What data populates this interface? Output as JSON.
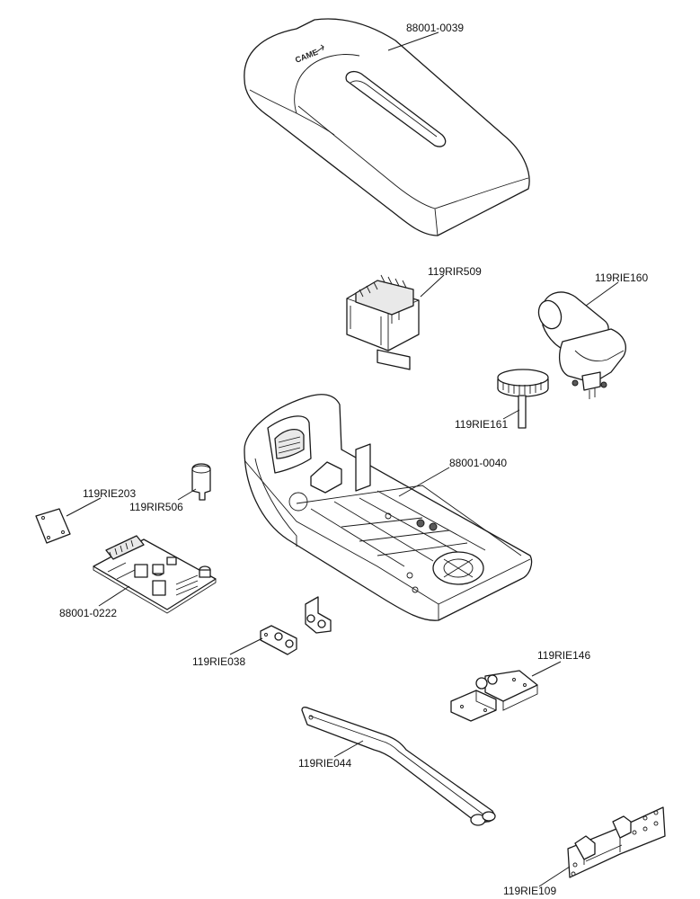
{
  "diagram": {
    "parts": [
      {
        "id": "cover",
        "code": "88001-0039",
        "logo": "CAME"
      },
      {
        "id": "transformer",
        "code": "119RIR509"
      },
      {
        "id": "motor",
        "code": "119RIE160"
      },
      {
        "id": "knob",
        "code": "119RIE161"
      },
      {
        "id": "base",
        "code": "88001-0040"
      },
      {
        "id": "small-plate",
        "code": "119RIE203"
      },
      {
        "id": "lamp",
        "code": "119RIR506"
      },
      {
        "id": "control-board",
        "code": "88001-0222"
      },
      {
        "id": "small-brackets",
        "code": "119RIE038"
      },
      {
        "id": "door-bracket",
        "code": "119RIE146"
      },
      {
        "id": "arm",
        "code": "119RIE044"
      },
      {
        "id": "mount-bracket",
        "code": "119RIE109"
      }
    ]
  }
}
